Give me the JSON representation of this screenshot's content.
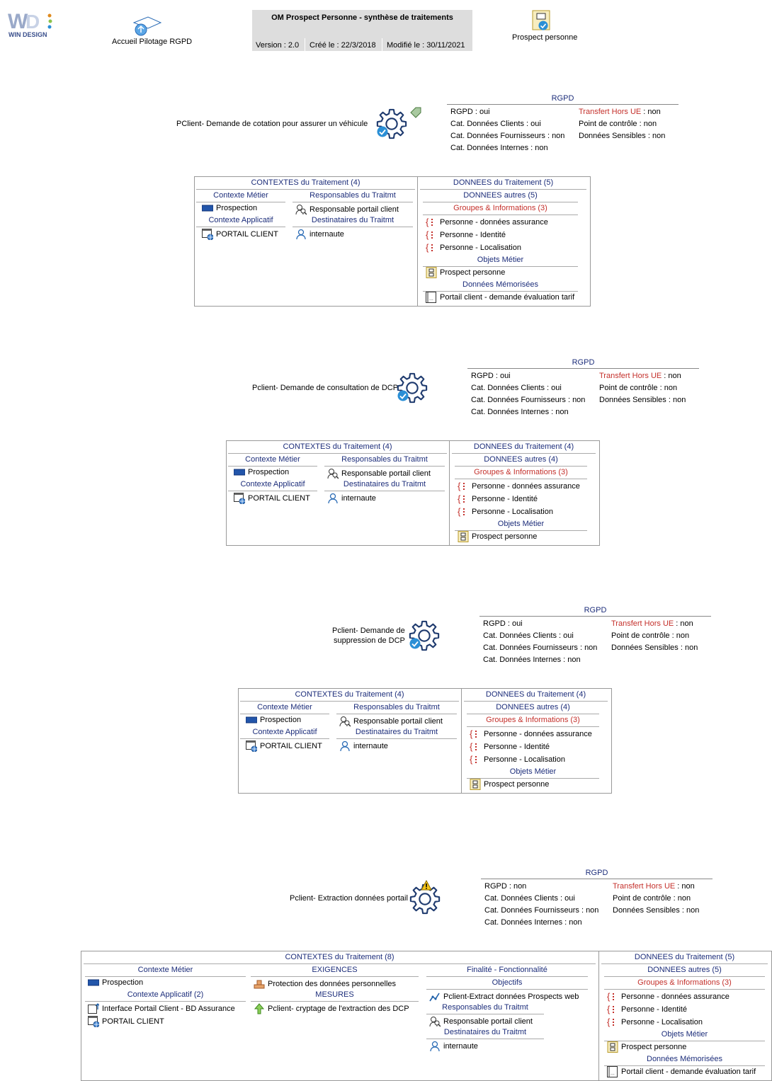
{
  "header": {
    "logo_text": "WIN DESIGN",
    "home_link": "Accueil Pilotage RGPD",
    "title": "OM Prospect Personne - synthèse de traitements",
    "version": "Version : 2.0",
    "created": "Créé le : 22/3/2018",
    "modified": "Modifié le : 30/11/2021",
    "object_link": "Prospect personne"
  },
  "labels": {
    "rgpd": "RGPD",
    "contextes_metier": "Contexte Métier",
    "contexte_applicatif": "Contexte Applicatif",
    "responsables": "Responsables du Traitmt",
    "destinataires": "Destinataires du Traitmt",
    "groupes": "Groupes & Informations (3)",
    "objets_metier": "Objets Métier",
    "donnees_memorisees": "Données Mémorisées",
    "exigences": "EXIGENCES",
    "mesures": "MESURES",
    "finalite": "Finalité - Fonctionnalité",
    "objectifs": "Objectifs"
  },
  "common": {
    "prospection": "Prospection",
    "portail_client": "PORTAIL CLIENT",
    "responsable": "Responsable portail client",
    "internaute": "internaute",
    "grp1": "Personne - données assurance",
    "grp2": "Personne - Identité",
    "grp3": "Personne - Localisation",
    "objet": "Prospect personne",
    "memorisee": "Portail client - demande évaluation tarif"
  },
  "rgpd_cells": {
    "cat_clients": "Cat. Données Clients : oui",
    "cat_fourn": "Cat. Données Fournisseurs : non",
    "cat_internes": "Cat. Données Internes : non",
    "transfert_label": "Transfert Hors UE",
    "transfert_val": " : non",
    "point_controle": "Point de contrôle : non",
    "sensibles": "Données Sensibles : non"
  },
  "treatments": [
    {
      "name": "PClient- Demande de cotation pour assurer un véhicule",
      "rgpd": "RGPD : oui",
      "contextes": "CONTEXTES du Traitement (4)",
      "donnees": "DONNEES du Traitement (5)",
      "autres": "DONNEES autres (5)"
    },
    {
      "name": "Pclient- Demande de consultation de DCP",
      "rgpd": "RGPD : oui",
      "contextes": "CONTEXTES du Traitement (4)",
      "donnees": "DONNEES du Traitement (4)",
      "autres": "DONNEES autres (4)"
    },
    {
      "name_line1": "Pclient- Demande de",
      "name_line2": "suppression de DCP",
      "rgpd": "RGPD : oui",
      "contextes": "CONTEXTES du Traitement (4)",
      "donnees": "DONNEES du Traitement (4)",
      "autres": "DONNEES autres (4)"
    },
    {
      "name": "Pclient- Extraction données portail",
      "rgpd": "RGPD : non",
      "contextes": "CONTEXTES du Traitement (8)",
      "donnees": "DONNEES du Traitement (5)",
      "autres": "DONNEES autres (5)",
      "contexte_applicatif": "Contexte Applicatif (2)",
      "interface": "Interface Portail Client - BD Assurance",
      "exigence": "Protection des données personnelles",
      "mesure": "Pclient- cryptage de l'extraction des DCP",
      "objectif": "Pclient-Extract données Prospects web"
    }
  ]
}
